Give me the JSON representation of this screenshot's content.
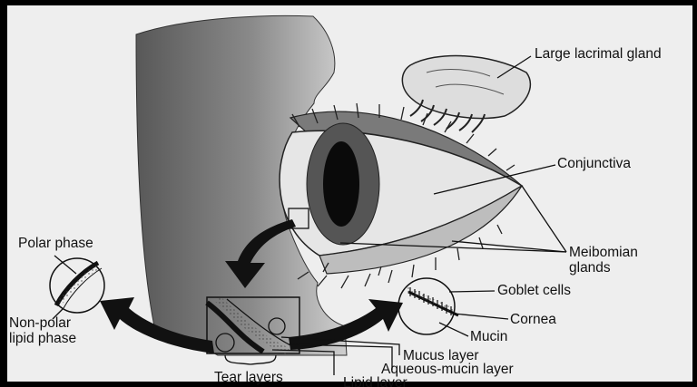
{
  "labels": {
    "large_lacrimal_gland": "Large lacrimal gland",
    "conjunctiva": "Conjunctiva",
    "meibomian_line1": "Meibomian",
    "meibomian_line2": "glands",
    "polar_phase": "Polar phase",
    "non_polar_line1": "Non-polar",
    "non_polar_line2": "lipid phase",
    "goblet_cells": "Goblet cells",
    "cornea": "Cornea",
    "mucin": "Mucin",
    "mucus_layer": "Mucus layer",
    "aqueous_mucin_layer": "Aqueous-mucin layer",
    "tear_layers": "Tear layers",
    "lipid_layer": "Lipid layer"
  },
  "colors": {
    "background": "#000000",
    "paper": "#eeeeee",
    "face_dark": "#5a5a5a",
    "face_light": "#c8c8c8",
    "iris": "#555555",
    "pupil": "#0a0a0a",
    "ink": "#111111"
  }
}
